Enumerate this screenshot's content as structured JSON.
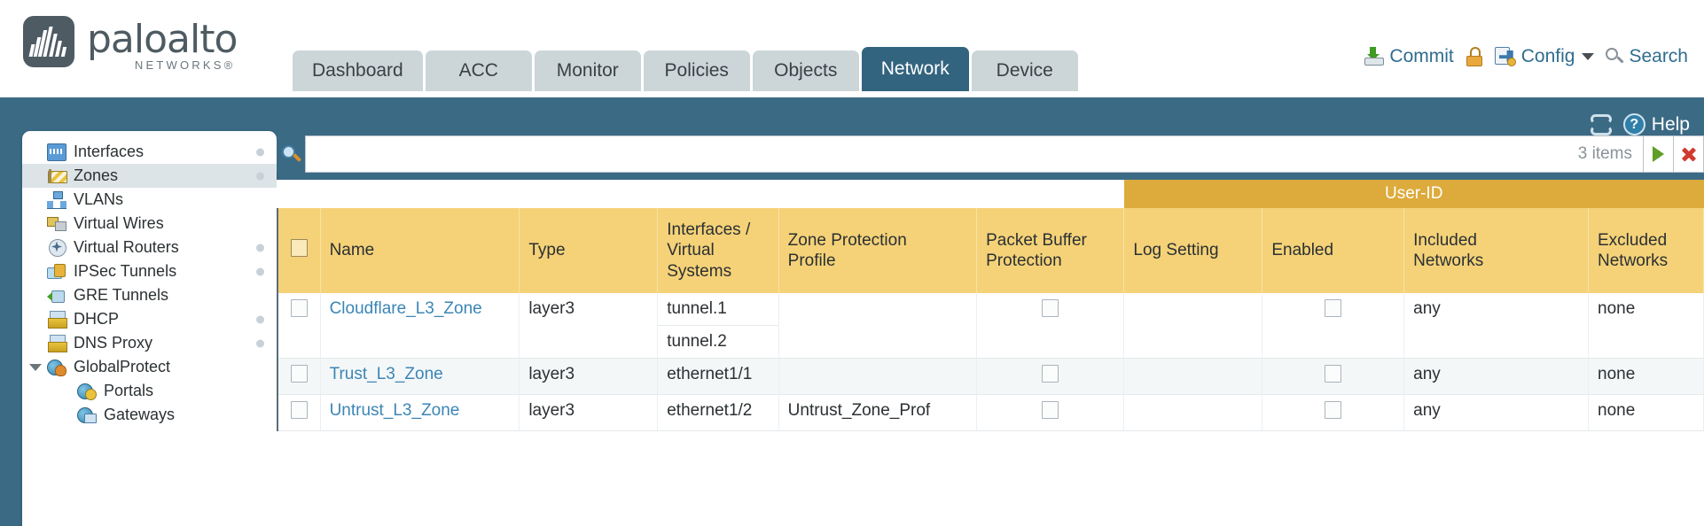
{
  "brand": {
    "name": "paloalto",
    "tagline": "NETWORKS",
    "registered": "®"
  },
  "nav": {
    "tabs": [
      {
        "label": "Dashboard",
        "active": false
      },
      {
        "label": "ACC",
        "active": false
      },
      {
        "label": "Monitor",
        "active": false
      },
      {
        "label": "Policies",
        "active": false
      },
      {
        "label": "Objects",
        "active": false
      },
      {
        "label": "Network",
        "active": true
      },
      {
        "label": "Device",
        "active": false
      }
    ]
  },
  "top_actions": {
    "commit": "Commit",
    "lock_icon": "lock-icon",
    "config": "Config",
    "search": "Search"
  },
  "strip": {
    "refresh_icon": "refresh-icon",
    "help": "Help"
  },
  "sidebar": {
    "items": [
      {
        "label": "Interfaces",
        "icon": "interfaces-icon",
        "selected": false,
        "dot": true,
        "child": false,
        "arrow": false
      },
      {
        "label": "Zones",
        "icon": "zones-icon",
        "selected": true,
        "dot": true,
        "child": false,
        "arrow": false
      },
      {
        "label": "VLANs",
        "icon": "vlans-icon",
        "selected": false,
        "dot": false,
        "child": false,
        "arrow": false
      },
      {
        "label": "Virtual Wires",
        "icon": "virtual-wires-icon",
        "selected": false,
        "dot": false,
        "child": false,
        "arrow": false
      },
      {
        "label": "Virtual Routers",
        "icon": "virtual-routers-icon",
        "selected": false,
        "dot": true,
        "child": false,
        "arrow": false
      },
      {
        "label": "IPSec Tunnels",
        "icon": "ipsec-tunnels-icon",
        "selected": false,
        "dot": true,
        "child": false,
        "arrow": false
      },
      {
        "label": "GRE Tunnels",
        "icon": "gre-tunnels-icon",
        "selected": false,
        "dot": false,
        "child": false,
        "arrow": false
      },
      {
        "label": "DHCP",
        "icon": "dhcp-icon",
        "selected": false,
        "dot": true,
        "child": false,
        "arrow": false
      },
      {
        "label": "DNS Proxy",
        "icon": "dns-proxy-icon",
        "selected": false,
        "dot": true,
        "child": false,
        "arrow": false
      },
      {
        "label": "GlobalProtect",
        "icon": "globalprotect-icon",
        "selected": false,
        "dot": false,
        "child": false,
        "arrow": true
      },
      {
        "label": "Portals",
        "icon": "portals-icon",
        "selected": false,
        "dot": false,
        "child": true,
        "arrow": false
      },
      {
        "label": "Gateways",
        "icon": "gateways-icon",
        "selected": false,
        "dot": false,
        "child": true,
        "arrow": false
      }
    ]
  },
  "search": {
    "value": "",
    "placeholder": "",
    "items_count": "3 items",
    "go_icon": "green-arrow-right-icon",
    "clear_icon": "red-x-icon",
    "magnifier_icon": "search-icon"
  },
  "table": {
    "group_header": "User-ID",
    "columns": [
      "Name",
      "Type",
      "Interfaces / Virtual Systems",
      "Zone Protection Profile",
      "Packet Buffer Protection",
      "Log Setting",
      "Enabled",
      "Included Networks",
      "Excluded Networks"
    ],
    "columns_split": {
      "interfaces": [
        "Interfaces /",
        "Virtual",
        "Systems"
      ],
      "zone_protection": [
        "Zone Protection",
        "Profile"
      ],
      "packet_buffer": [
        "Packet Buffer",
        "Protection"
      ],
      "included": [
        "Included",
        "Networks"
      ],
      "excluded": [
        "Excluded",
        "Networks"
      ]
    },
    "rows": [
      {
        "selected": false,
        "name": "Cloudflare_L3_Zone",
        "type": "layer3",
        "interfaces": [
          "tunnel.1",
          "tunnel.2"
        ],
        "zone_protection_profile": "",
        "packet_buffer_protection": false,
        "log_setting": "",
        "user_id_enabled": false,
        "included_networks": "any",
        "excluded_networks": "none"
      },
      {
        "selected": false,
        "name": "Trust_L3_Zone",
        "type": "layer3",
        "interfaces": [
          "ethernet1/1"
        ],
        "zone_protection_profile": "",
        "packet_buffer_protection": false,
        "log_setting": "",
        "user_id_enabled": false,
        "included_networks": "any",
        "excluded_networks": "none"
      },
      {
        "selected": false,
        "name": "Untrust_L3_Zone",
        "type": "layer3",
        "interfaces": [
          "ethernet1/2"
        ],
        "zone_protection_profile": "Untrust_Zone_Prof",
        "packet_buffer_protection": false,
        "log_setting": "",
        "user_id_enabled": false,
        "included_networks": "any",
        "excluded_networks": "none"
      }
    ]
  },
  "colors": {
    "header_yellow": "#f5d278",
    "group_yellow": "#ddab3c",
    "nav_active": "#33647f",
    "page_bg": "#3b6a85",
    "link": "#3b86b5"
  }
}
